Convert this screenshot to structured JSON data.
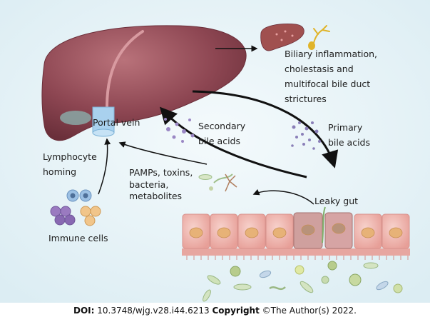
{
  "labels": {
    "biliary": [
      "Biliary inflammation,",
      "cholestasis and",
      "multifocal bile duct",
      "strictures"
    ],
    "portal_vein": "Portal vein",
    "secondary": [
      "Secondary",
      "bile acids"
    ],
    "primary": [
      "Primary",
      "bile acids"
    ],
    "lymphocyte": [
      "Lymphocyte",
      "homing"
    ],
    "pamps": [
      "PAMPs, toxins,",
      "bacteria,",
      "metabolites"
    ],
    "leaky_gut": "Leaky gut",
    "immune_cells": "Immune cells"
  },
  "footer": {
    "doi_label": "DOI:",
    "doi_value": "10.3748/wjg.v28.i44.6213",
    "copyright_label": "Copyright",
    "copyright_text": "©The Author(s) 2022."
  },
  "colors": {
    "background": "#e9f4f8",
    "liver": "#8a4550",
    "portal_vein": "#a9d1ee",
    "epithelium": "#f2bcb6",
    "nucleus": "#e7b277",
    "arrow": "#111111"
  }
}
